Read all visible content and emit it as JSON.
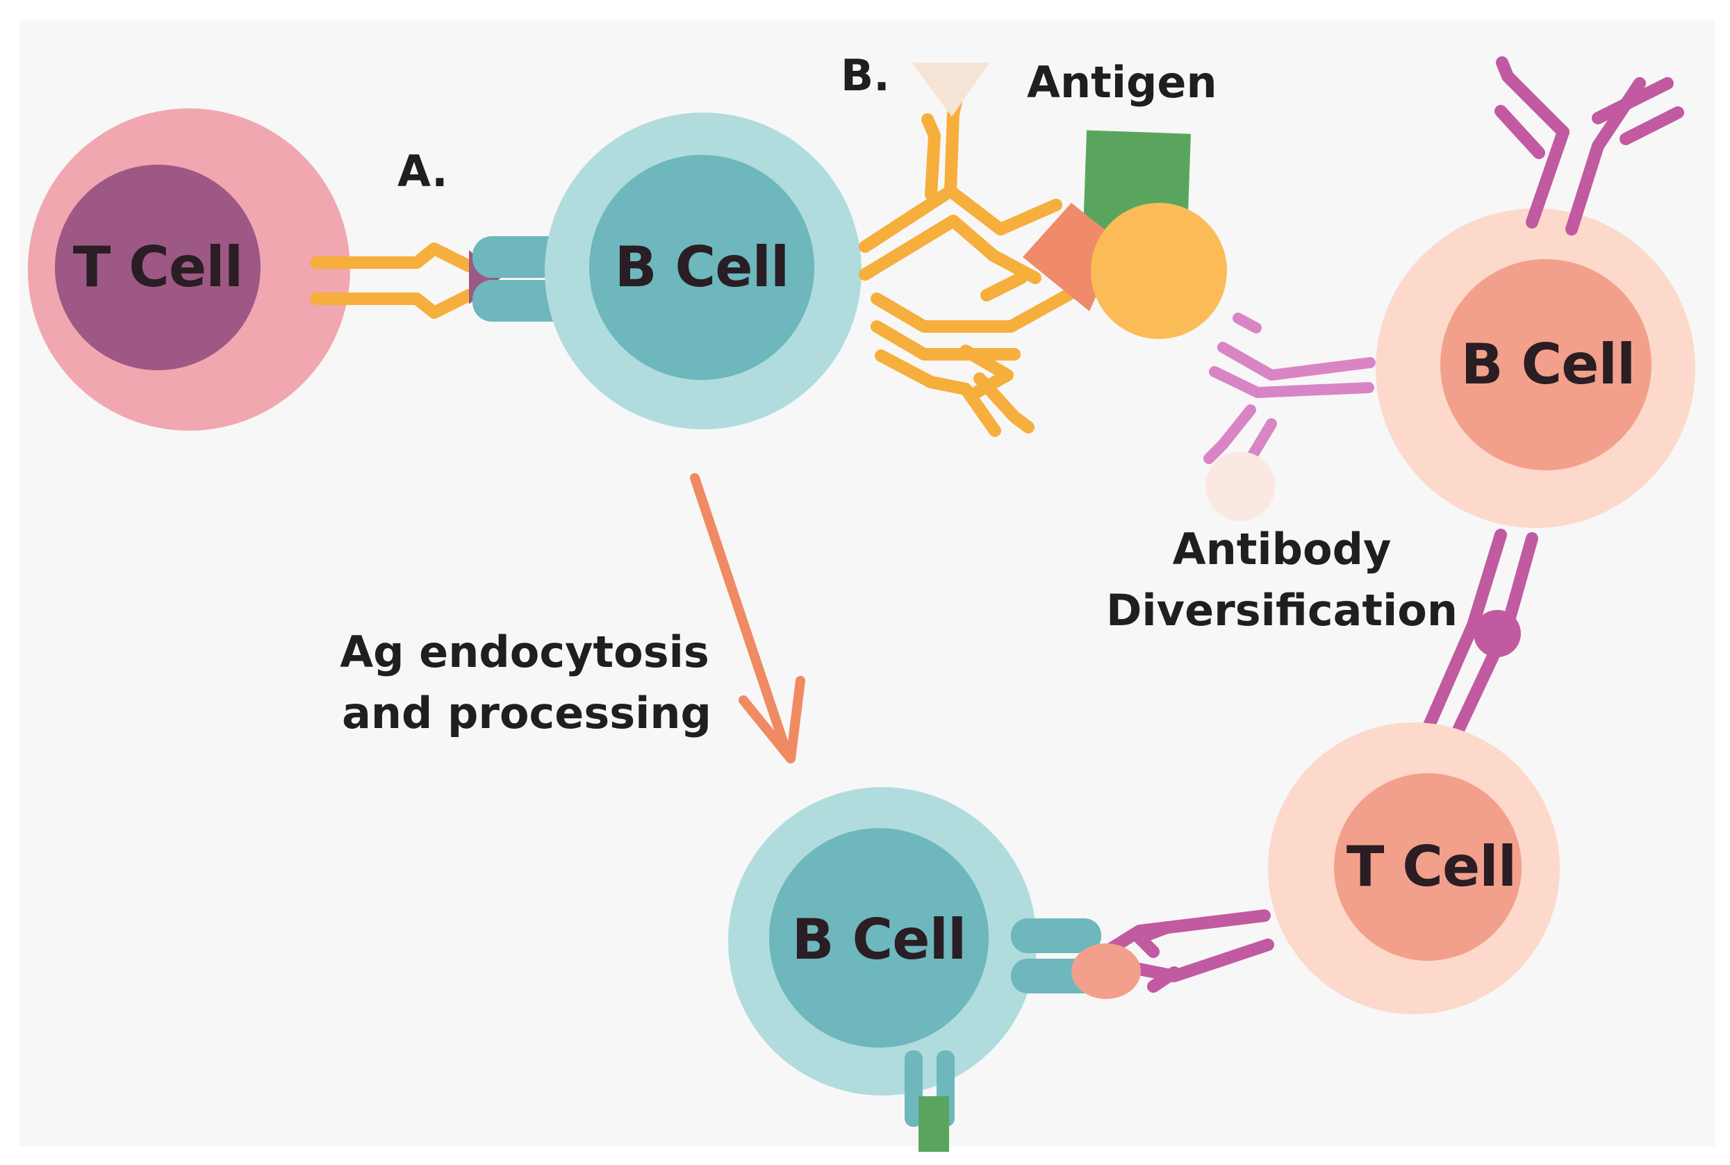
{
  "colors": {
    "background": "#f7f7f7",
    "t_cell_outer": "#f1a7b0",
    "t_cell_nucleus": "#9e5885",
    "b_cell_outer": "#b0dcdd",
    "b_cell_nucleus": "#6db7bd",
    "b_cell_right_outer": "#fcd9cb",
    "b_cell_right_nucleus": "#f2a08b",
    "antibody_yellow": "#f6ae3c",
    "antibody_magenta": "#c15aa0",
    "arrow": "#ef8a63",
    "antigen_green": "#5aa55e",
    "antigen_circle": "#fbbc58"
  },
  "labels": {
    "marker_a": "A.",
    "marker_b": "B.",
    "antigen": "Antigen",
    "antibody_line1": "Antibody",
    "antibody_line2": "Diversification",
    "endocytosis_line1": "Ag endocytosis",
    "endocytosis_line2": "and processing"
  },
  "cells": {
    "t_cell_left": "T Cell",
    "b_cell_top": "B Cell",
    "b_cell_right": "B Cell",
    "b_cell_bottom": "B Cell",
    "t_cell_bottom": "T Cell"
  }
}
